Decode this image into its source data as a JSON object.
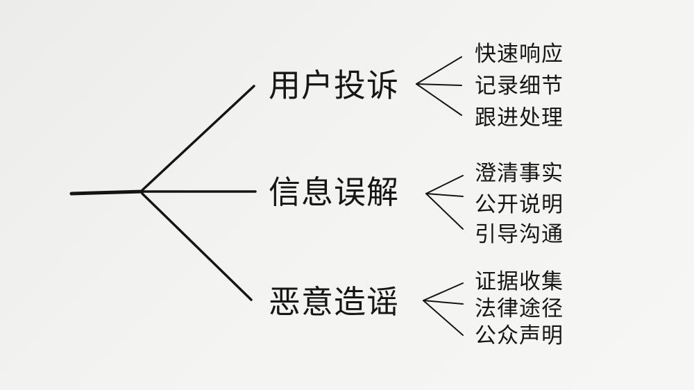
{
  "diagram": {
    "root": "",
    "branches": [
      {
        "label": "用户投诉",
        "children": [
          "快速响应",
          "记录细节",
          "跟进处理"
        ]
      },
      {
        "label": "信息误解",
        "children": [
          "澄清事实",
          "公开说明",
          "引导沟通"
        ]
      },
      {
        "label": "恶意造谣",
        "children": [
          "证据收集",
          "法律途径",
          "公众声明"
        ]
      }
    ]
  },
  "colors": {
    "ink": "#141414",
    "paper": "#f2f2f0"
  }
}
